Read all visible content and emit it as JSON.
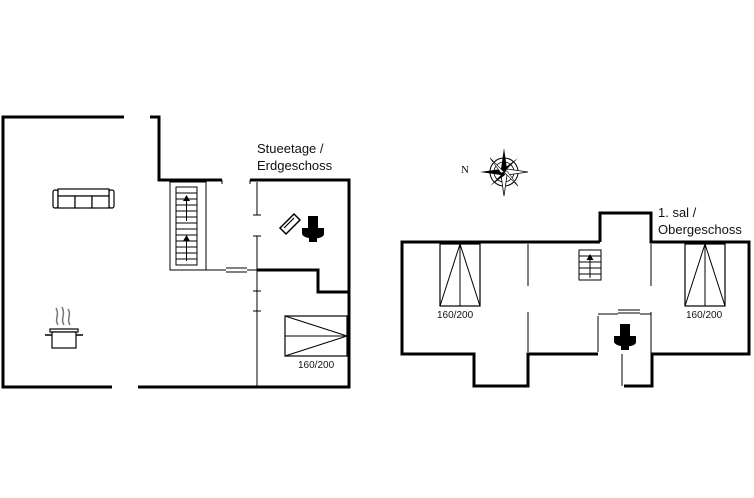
{
  "floors": [
    {
      "name": "ground",
      "label_line1": "Stueetage /",
      "label_line2": "Erdgeschoss"
    },
    {
      "name": "upper",
      "label_line1": "1. sal /",
      "label_line2": "Obergeschoss"
    }
  ],
  "beds": {
    "ground_bed": "160/200",
    "upper_left_bed": "160/200",
    "upper_right_bed": "160/200"
  },
  "compass": {
    "north_label": "N"
  },
  "icons": [
    "sofa-icon",
    "cooking-pot-icon",
    "toilet-icon",
    "stairs-icon",
    "compass-rose-icon",
    "double-bed-icon"
  ]
}
